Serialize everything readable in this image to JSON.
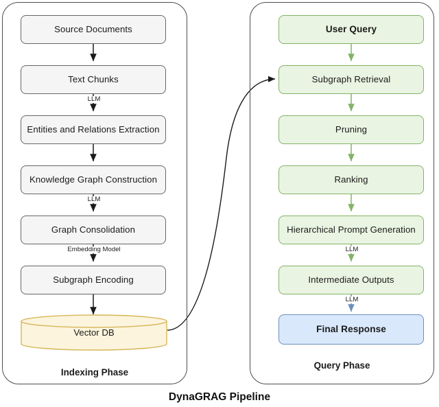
{
  "title": "DynaGRAG Pipeline",
  "phases": [
    {
      "id": "indexing",
      "label": "Indexing Phase",
      "nodes": [
        {
          "label": "Source Documents",
          "style": "gray"
        },
        {
          "label": "Text Chunks",
          "style": "gray"
        },
        {
          "label": "Entities and Relations Extraction",
          "style": "gray"
        },
        {
          "label": "Knowledge Graph Construction",
          "style": "gray"
        },
        {
          "label": "Graph Consolidation",
          "style": "gray"
        },
        {
          "label": "Subgraph Encoding",
          "style": "gray"
        },
        {
          "label": "Vector DB",
          "style": "cylinder"
        }
      ],
      "edge_labels": [
        {
          "label": "LLM",
          "between": "Text Chunks → Entities and Relations Extraction"
        },
        {
          "label": "LLM",
          "between": "Knowledge Graph Construction → Graph Consolidation"
        },
        {
          "label": "Embedding Model",
          "between": "Graph Consolidation → Subgraph Encoding"
        }
      ]
    },
    {
      "id": "query",
      "label": "Query Phase",
      "nodes": [
        {
          "label": "User Query",
          "style": "green-bold"
        },
        {
          "label": "Subgraph Retrieval",
          "style": "green"
        },
        {
          "label": "Pruning",
          "style": "green"
        },
        {
          "label": "Ranking",
          "style": "green"
        },
        {
          "label": "Hierarchical Prompt Generation",
          "style": "green"
        },
        {
          "label": "Intermediate Outputs",
          "style": "green"
        },
        {
          "label": "Final Response",
          "style": "blue-bold"
        }
      ],
      "edge_labels": [
        {
          "label": "LLM",
          "between": "Hierarchical Prompt Generation → Intermediate Outputs"
        },
        {
          "label": "LLM",
          "between": "Intermediate Outputs → Final Response"
        }
      ]
    }
  ],
  "cross_edge": {
    "from": "Vector DB",
    "to": "Subgraph Retrieval",
    "label": ""
  },
  "colors": {
    "gray_fill": "#f5f5f5",
    "gray_stroke": "#666666",
    "green_fill": "#e9f4e2",
    "green_stroke": "#82b366",
    "blue_fill": "#dae8fc",
    "blue_stroke": "#6c8ebf",
    "cylinder_fill": "#fcf4dd",
    "cylinder_stroke": "#d6b656",
    "container_stroke": "#4d4d4d",
    "arrow_black": "#1a1a1a",
    "arrow_green": "#82b366",
    "arrow_blue": "#6c8ebf"
  }
}
